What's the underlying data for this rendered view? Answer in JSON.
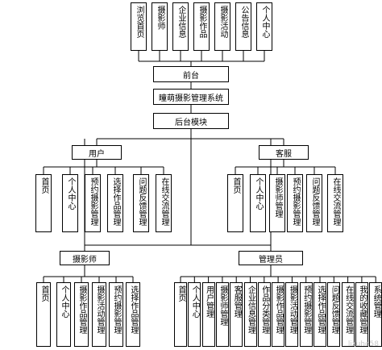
{
  "top_modules": [
    "浏览首页",
    "摄影师",
    "企业信息",
    "摄影作品",
    "摄影活动",
    "公告信息",
    "个人中心"
  ],
  "frontend": "前台",
  "system_title": "瞳萌摄影管理系统",
  "backend": "后台模块",
  "user": {
    "title": "用户",
    "items": [
      "首页",
      "个人中心",
      "预约摄影管理",
      "选择作品管理",
      "问题反馈管理",
      "在线交流管理"
    ]
  },
  "service": {
    "title": "客服",
    "items": [
      "首页",
      "个人中心",
      "摄影师管理",
      "预约摄影管理",
      "问题反馈管理",
      "在线交流管理"
    ]
  },
  "photographer": {
    "title": "摄影师",
    "items": [
      "首页",
      "个人中心",
      "摄影作品管理",
      "摄影活动管理",
      "预约摄影管理",
      "选择作品管理"
    ]
  },
  "admin": {
    "title": "管理员",
    "items": [
      "首页",
      "个人中心",
      "用户管理",
      "摄影师管理",
      "客服管理",
      "企业信息管理",
      "作品分类管理",
      "摄影作品管理",
      "摄影活动管理",
      "预约摄影管理",
      "选择作品管理",
      "问题反馈管理",
      "在线交流管理",
      "我的收藏管理",
      "系统管理"
    ]
  },
  "watermark": "lizuhe58"
}
